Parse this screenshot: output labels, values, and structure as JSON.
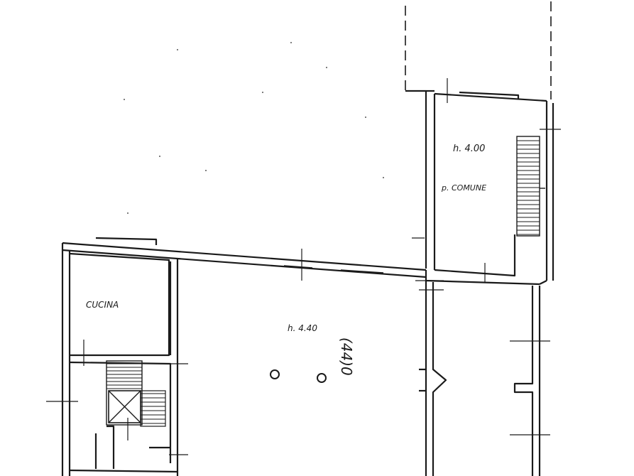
{
  "labels": {
    "height_common": "h. 4.00",
    "common_area": "p. COMUNE",
    "kitchen": "CUCINA",
    "height_main": "h. 4.40",
    "room_number": "(44)0"
  },
  "colors": {
    "ink": "#1a1a1a",
    "paper": "#ffffff"
  }
}
